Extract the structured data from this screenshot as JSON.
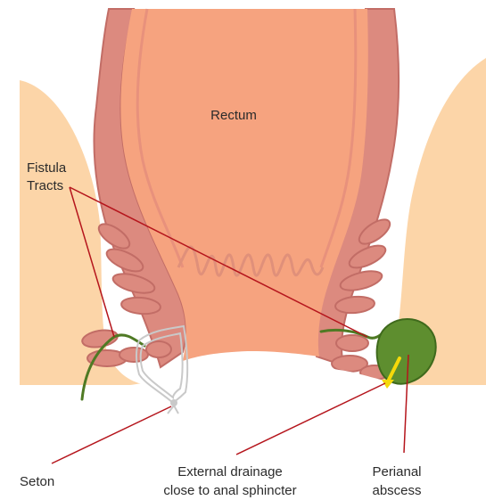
{
  "labels": {
    "rectum": "Rectum",
    "fistula_line1": "Fistula",
    "fistula_line2": "Tracts",
    "seton": "Seton",
    "drainage_line1": "External drainage",
    "drainage_line2": "close to anal sphincter",
    "abscess_line1": "Perianal",
    "abscess_line2": "abscess"
  },
  "colors": {
    "skin": "#fcd5a8",
    "wall": "#dc8a7f",
    "wall_outline": "#c26d66",
    "lumen": "#f6a37f",
    "tract": "#4f7a24",
    "abscess": "#5e8e2f",
    "arrow": "#f5d90a",
    "pointer_line": "#b5151c",
    "seton": "#c9c9c9",
    "text": "#2b2b2b"
  }
}
